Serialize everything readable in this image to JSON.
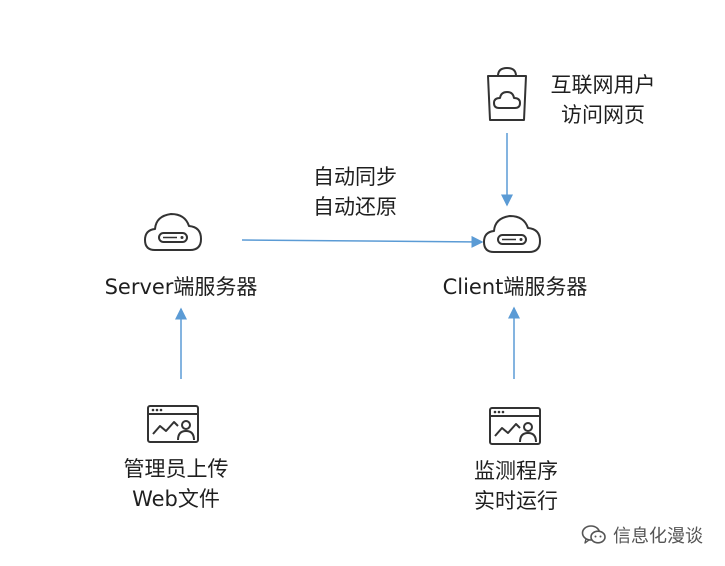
{
  "nodes": {
    "internet_user": {
      "lines": [
        "互联网用户",
        "访问网页"
      ],
      "icon": "mobile-cloud-icon"
    },
    "sync_label": {
      "lines": [
        "自动同步",
        "自动还原"
      ]
    },
    "server": {
      "label": "Server端服务器",
      "icon": "cloud-server-icon"
    },
    "client": {
      "label": "Client端服务器",
      "icon": "cloud-server-icon"
    },
    "admin": {
      "lines": [
        "管理员上传",
        "Web文件"
      ],
      "icon": "web-monitor-user-icon"
    },
    "monitor": {
      "lines": [
        "监测程序",
        "实时运行"
      ],
      "icon": "web-monitor-user-icon"
    }
  },
  "watermark": {
    "text": "信息化漫谈",
    "icon": "wechat-icon"
  },
  "colors": {
    "arrow": "#5b9bd5",
    "icon_stroke": "#333333"
  }
}
